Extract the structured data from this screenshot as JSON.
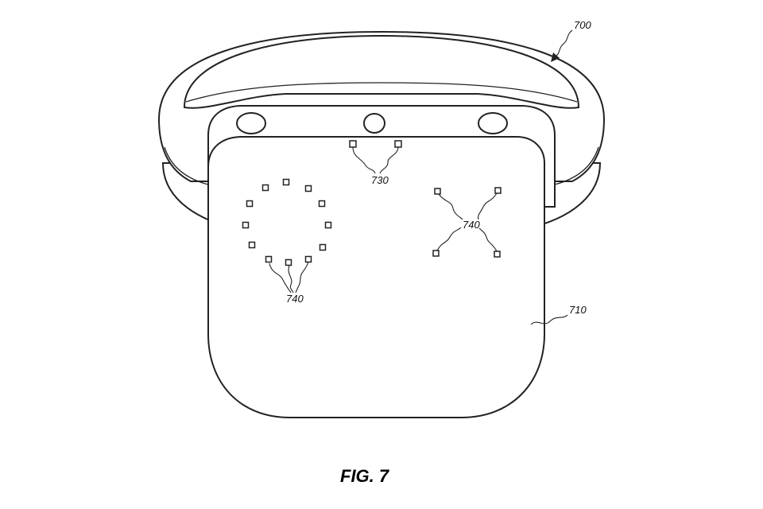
{
  "figure": {
    "caption": "FIG. 7",
    "labels": {
      "device": "700",
      "pad": "710",
      "connectors": "730",
      "electrodes_ring": "740",
      "electrodes_cross": "740"
    }
  },
  "colors": {
    "line": "#222222",
    "background": "#ffffff"
  }
}
